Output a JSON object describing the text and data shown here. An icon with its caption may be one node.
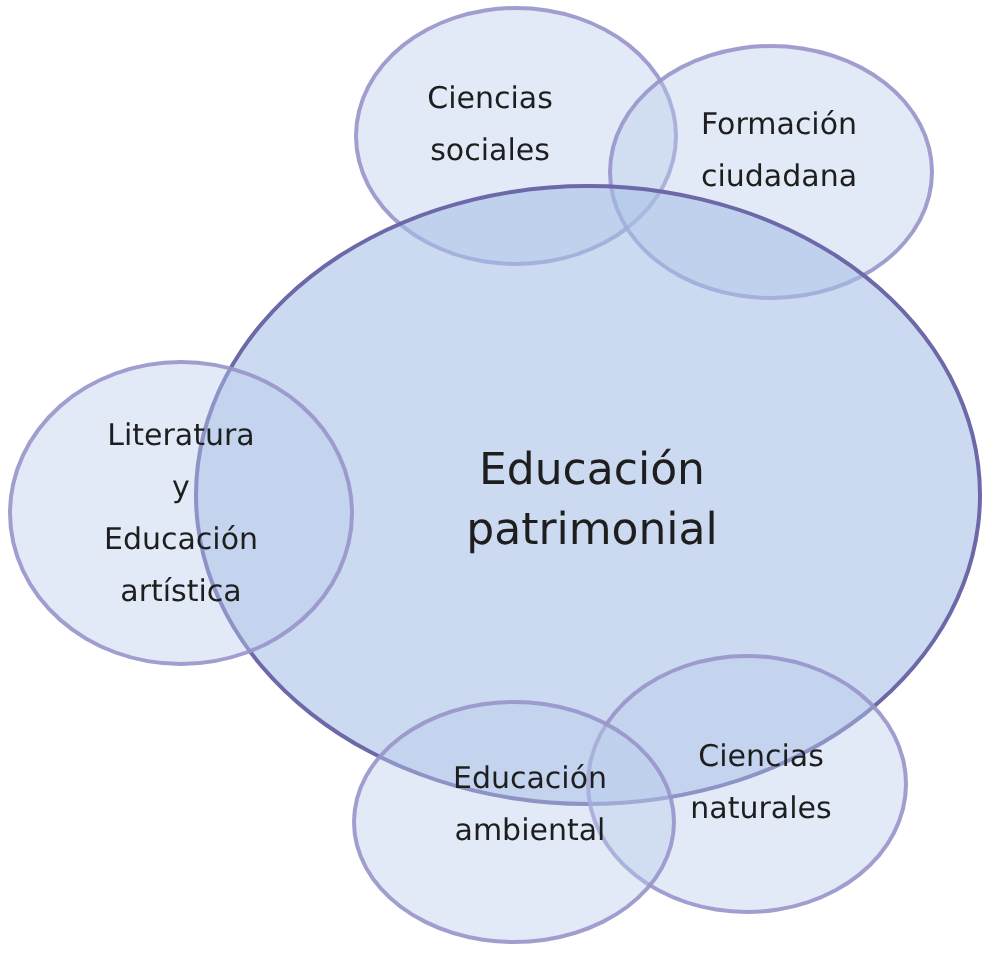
{
  "diagram": {
    "nodes": [
      {
        "text": [
          "Ciencias sociales"
        ]
      },
      {
        "text": [
          "Formación ciudadana"
        ]
      },
      {
        "text": [
          "Educación patrimonial"
        ]
      },
      {
        "text": [
          "Literatura y Educación artística"
        ]
      },
      {
        "text": [
          "Ciencias naturales"
        ]
      },
      {
        "text": [
          "Educación ambiental"
        ]
      }
    ]
  }
}
